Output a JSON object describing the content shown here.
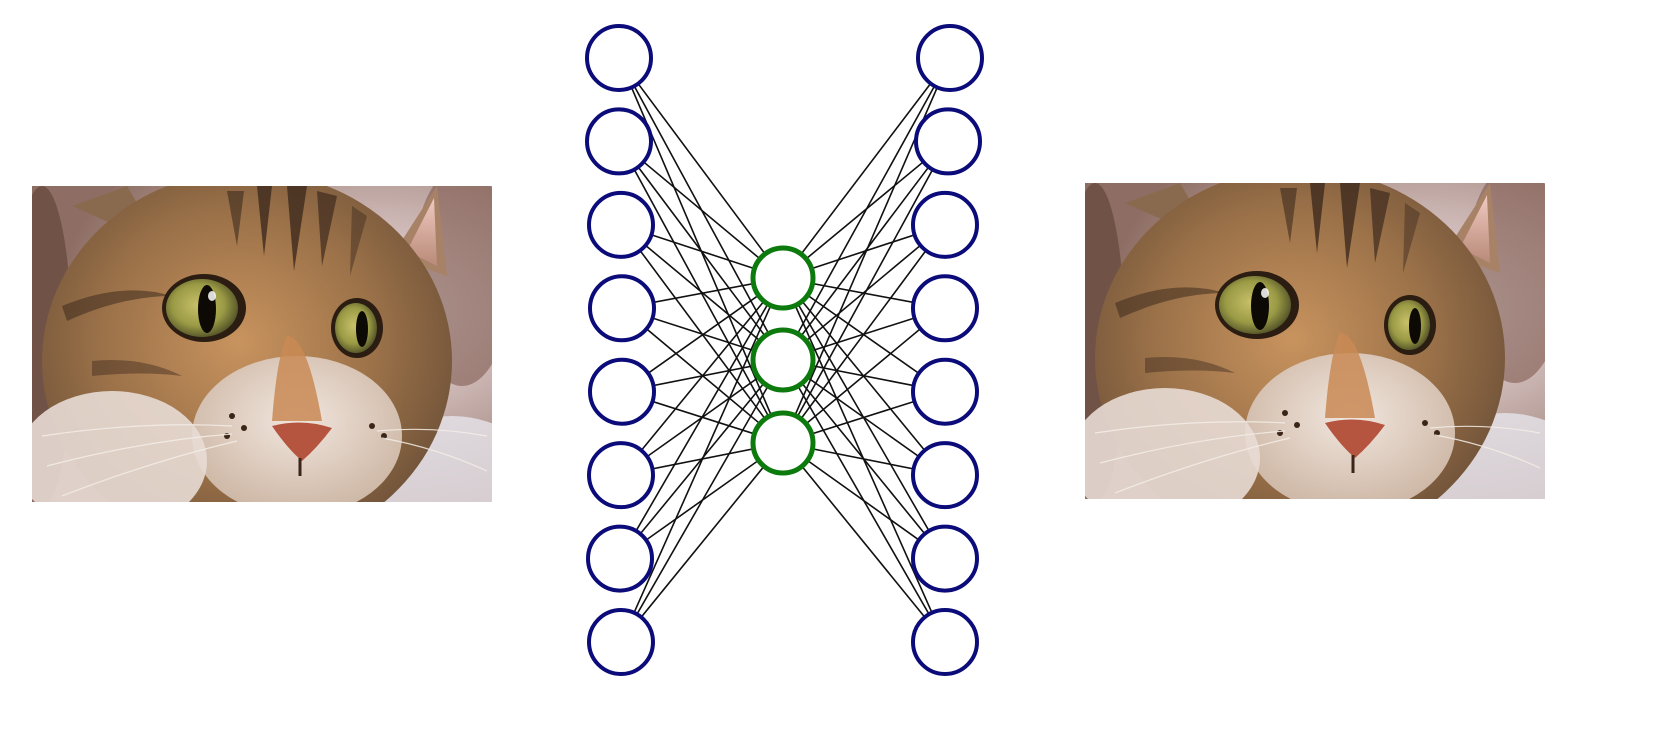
{
  "diagram": {
    "type": "autoencoder",
    "layers": [
      {
        "name": "input",
        "node_count": 8,
        "color": "#0b0b7a"
      },
      {
        "name": "bottleneck",
        "node_count": 3,
        "color": "#0d7a0d"
      },
      {
        "name": "output",
        "node_count": 8,
        "color": "#0b0b7a"
      }
    ],
    "connectivity": "fully-connected",
    "edge_color": "#111111",
    "input_image": {
      "subject": "cat",
      "icon": "cat-photo"
    },
    "output_image": {
      "subject": "cat",
      "icon": "cat-photo"
    }
  }
}
